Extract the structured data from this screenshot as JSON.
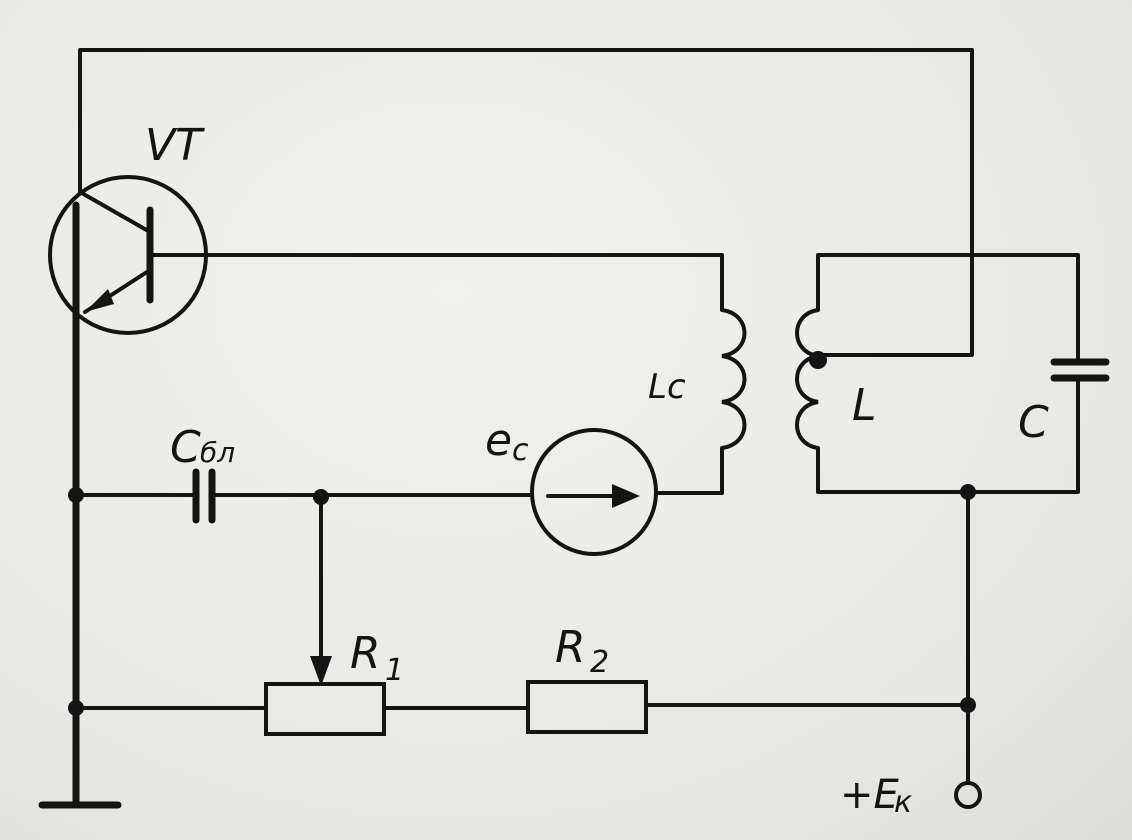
{
  "labels": {
    "transistor": "VT",
    "blocking_capacitor_main": "C",
    "blocking_capacitor_sub": "бл",
    "source_main": "e",
    "source_sub": "c",
    "coupling_inductor": "Lc",
    "tank_inductor": "L",
    "tank_capacitor": "C",
    "resistor1_main": "R",
    "resistor1_sub": "1",
    "resistor2_main": "R",
    "resistor2_sub": "2",
    "supply_main": "+E",
    "supply_sub": "к"
  },
  "colors": {
    "ink": "#141414",
    "paper": "#ebebe8"
  }
}
